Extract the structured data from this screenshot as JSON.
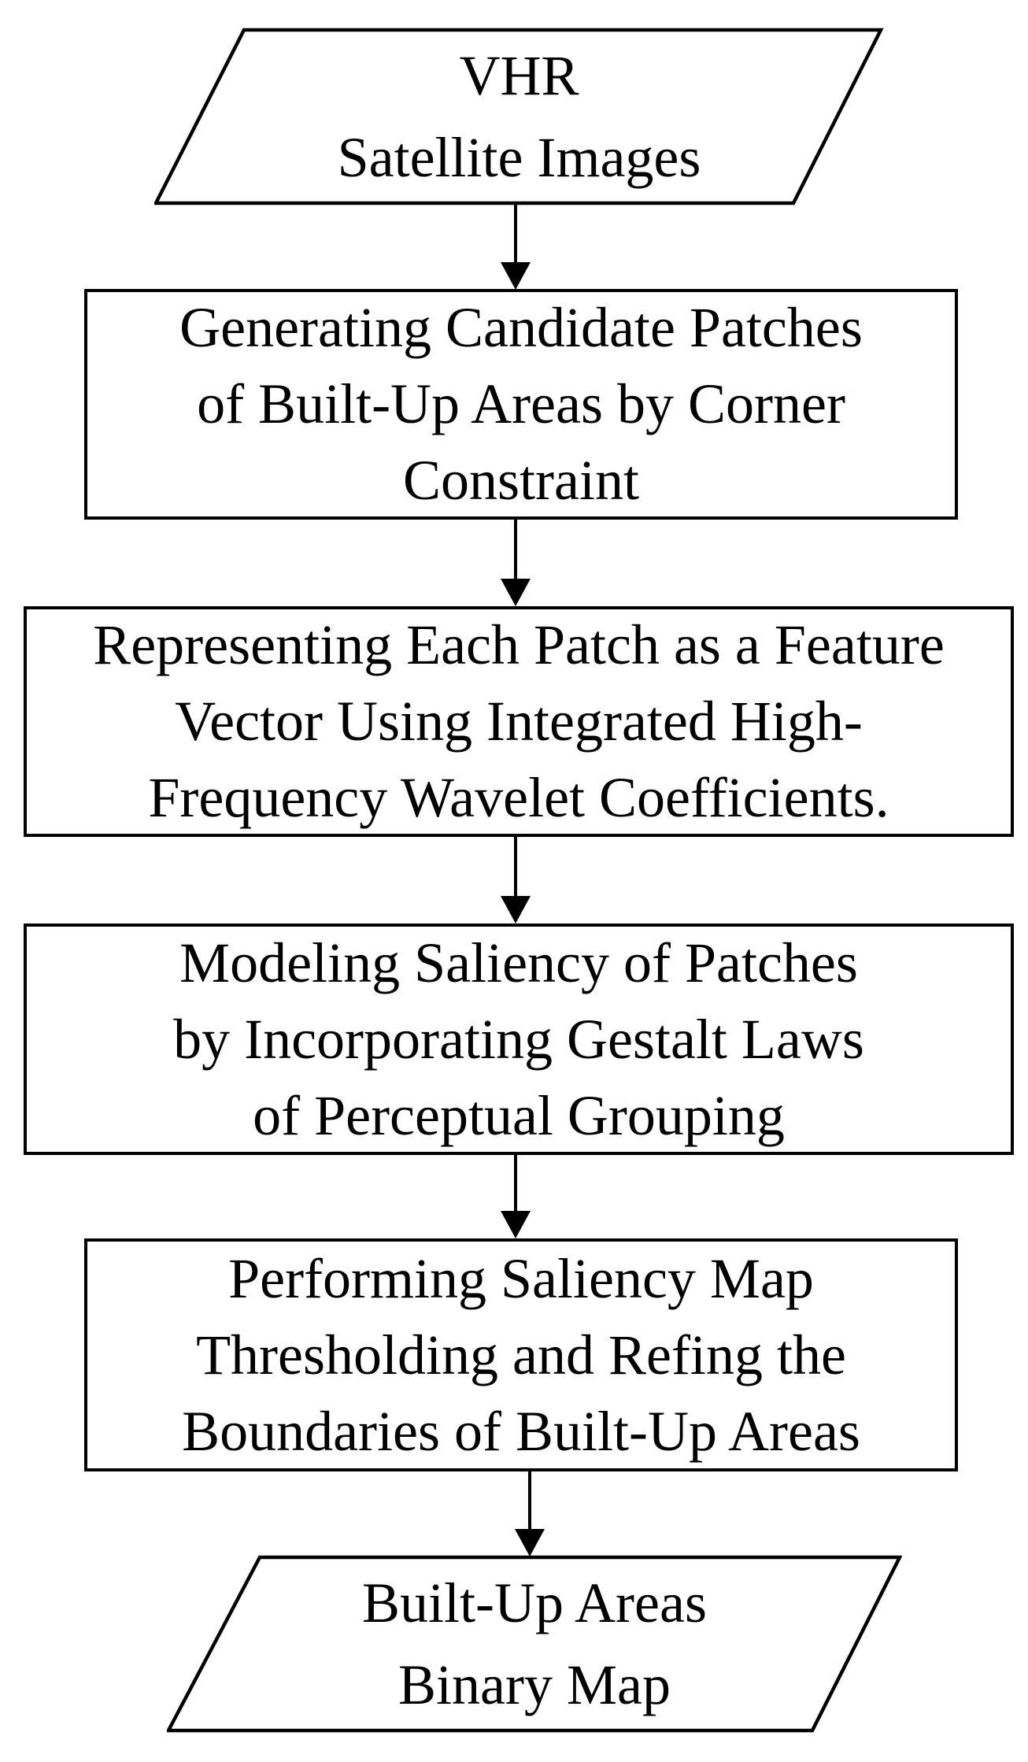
{
  "diagram": {
    "type": "flowchart",
    "colors": {
      "stroke": "#000000",
      "fill": "#ffffff",
      "text": "#000000"
    },
    "nodes": [
      {
        "id": "input-vhr",
        "shape": "parallelogram",
        "role": "input",
        "text": "VHR\nSatellite Images"
      },
      {
        "id": "step-candidate-patches",
        "shape": "rectangle",
        "role": "process",
        "text": "Generating Candidate Patches\nof Built-Up Areas by Corner\nConstraint"
      },
      {
        "id": "step-feature-vector",
        "shape": "rectangle",
        "role": "process",
        "text": "Representing Each Patch as a Feature\nVector Using Integrated High-\nFrequency Wavelet Coefficients."
      },
      {
        "id": "step-saliency-modeling",
        "shape": "rectangle",
        "role": "process",
        "text": "Modeling Saliency of Patches\nby Incorporating Gestalt Laws\nof Perceptual Grouping"
      },
      {
        "id": "step-thresholding",
        "shape": "rectangle",
        "role": "process",
        "text": "Performing Saliency Map\nThresholding and Refing the\nBoundaries of Built-Up Areas"
      },
      {
        "id": "output-binary-map",
        "shape": "parallelogram",
        "role": "output",
        "text": "Built-Up Areas\nBinary Map"
      }
    ],
    "edges": [
      {
        "from": "input-vhr",
        "to": "step-candidate-patches"
      },
      {
        "from": "step-candidate-patches",
        "to": "step-feature-vector"
      },
      {
        "from": "step-feature-vector",
        "to": "step-saliency-modeling"
      },
      {
        "from": "step-saliency-modeling",
        "to": "step-thresholding"
      },
      {
        "from": "step-thresholding",
        "to": "output-binary-map"
      }
    ]
  }
}
